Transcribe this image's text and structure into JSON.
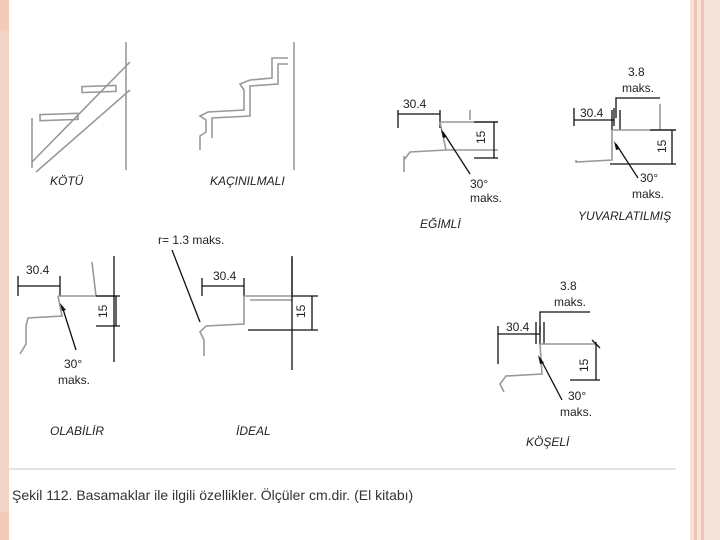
{
  "figures": {
    "kotu": {
      "caption": "KÖTÜ"
    },
    "kacinilmali": {
      "caption": "KAÇINILMALI"
    },
    "egimli": {
      "caption": "EĞİMLİ",
      "dim_width": "30.4",
      "dim_height": "15",
      "angle_value": "30°",
      "angle_unit": "maks."
    },
    "yuvarlatilmis": {
      "caption": "YUVARLATILMIŞ",
      "radius_value": "3.8",
      "radius_unit": "maks.",
      "dim_width": "30.4",
      "dim_height": "15",
      "angle_value": "30°",
      "angle_unit": "maks."
    },
    "olabilir": {
      "caption": "OLABİLİR",
      "dim_width": "30.4",
      "dim_height": "15",
      "angle_value": "30°",
      "angle_unit": "maks."
    },
    "ideal": {
      "caption": "İDEAL",
      "radius_note": "r= 1.3 maks.",
      "dim_width": "30.4",
      "dim_height": "15"
    },
    "koseli": {
      "caption": "KÖŞELİ",
      "radius_value": "3.8",
      "radius_unit": "maks.",
      "dim_width": "30.4",
      "dim_height": "15",
      "angle_value": "30°",
      "angle_unit": "maks."
    }
  },
  "figure_caption": "Şekil 112. Basamaklar ile ilgili özellikler. Ölçüler cm.dir. (El kitabı)",
  "colors": {
    "accent_peach": "#f4cbb8",
    "line_dark": "#111111",
    "line_gray": "#999999"
  }
}
